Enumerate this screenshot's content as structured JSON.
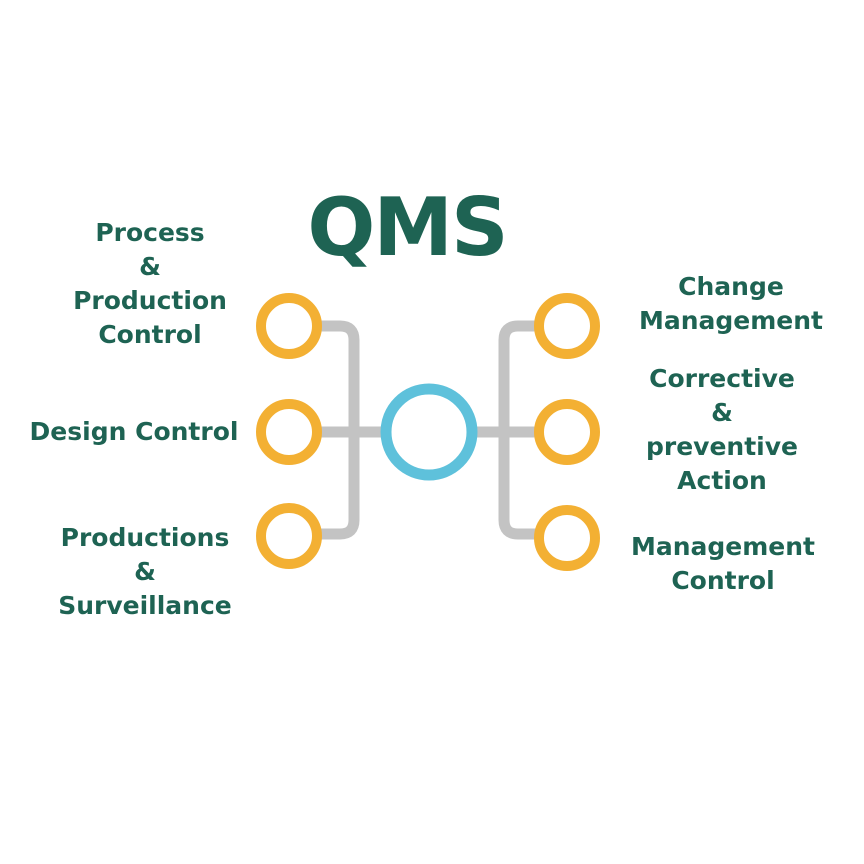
{
  "title": "QMS",
  "colors": {
    "title_text": "#1e6353",
    "label_text": "#1e6353",
    "connector": "#c3c3c3",
    "outer_node": "#f3b033",
    "center_node": "#5ec1db"
  },
  "left_items": [
    {
      "lines": [
        "Process",
        "&",
        "Production",
        "Control"
      ]
    },
    {
      "lines": [
        "Design Control"
      ]
    },
    {
      "lines": [
        "Productions",
        "&",
        "Surveillance"
      ]
    }
  ],
  "right_items": [
    {
      "lines": [
        "Change",
        "Management"
      ]
    },
    {
      "lines": [
        "Corrective",
        "&",
        "preventive",
        "Action"
      ]
    },
    {
      "lines": [
        "Management",
        "Control"
      ]
    }
  ]
}
